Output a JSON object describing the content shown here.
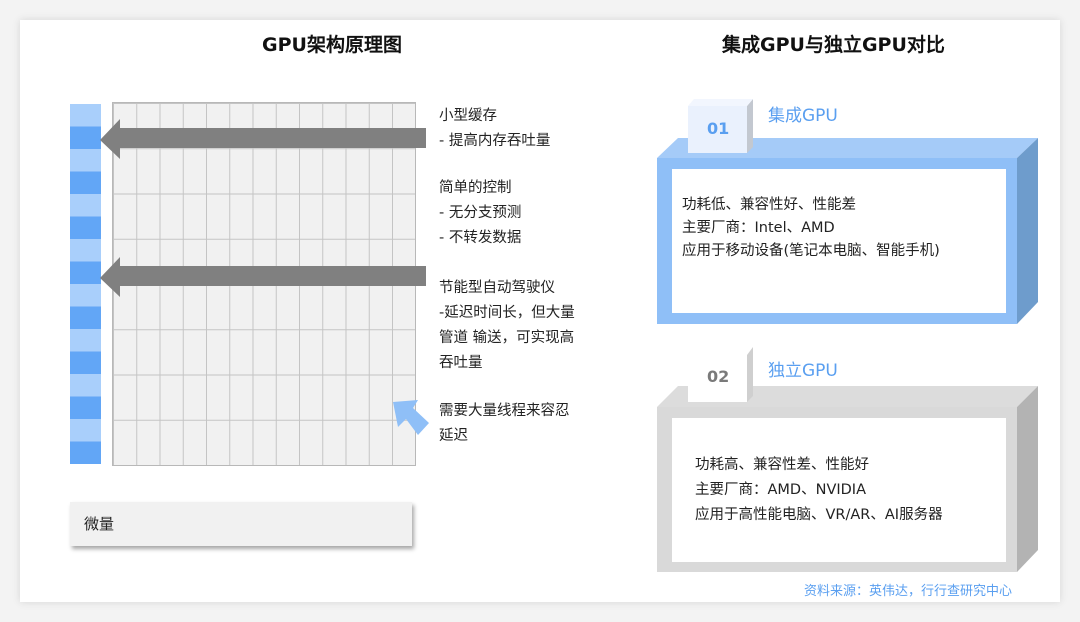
{
  "left": {
    "title": "GPU架构原理图",
    "annotations": [
      {
        "heading": "小型缓存",
        "lines": [
          "-   提高内存吞吐量"
        ]
      },
      {
        "heading": "简单的控制",
        "lines": [
          "- 无分支预测",
          "- 不转发数据"
        ]
      },
      {
        "heading": "节能型自动驾驶仪",
        "lines": [
          "-延迟时间长，但大量",
          "管道 输送，可实现高",
          "吞吐量"
        ]
      }
    ],
    "latency_note": [
      "需要大量线程来容忍",
      "延迟"
    ],
    "bottom_label": "微量"
  },
  "right": {
    "title": "集成GPU与独立GPU对比",
    "cards": [
      {
        "number": "01",
        "name": "集成GPU",
        "lines": [
          "功耗低、兼容性好、性能差",
          "主要厂商：Intel、AMD",
          "应用于移动设备(笔记本电脑、智能手机)"
        ]
      },
      {
        "number": "02",
        "name": "独立GPU",
        "lines": [
          "功耗高、兼容性差、性能好",
          "主要厂商：AMD、NVIDIA",
          "应用于高性能电脑、VR/AR、AI服务器"
        ]
      }
    ],
    "source": "资料来源：英伟达，行行查研究中心"
  },
  "colors": {
    "accent": "#5a9ff0",
    "blue_face": "#8fbff7",
    "grey_face": "#d9d9d9",
    "arrow": "#808080"
  }
}
